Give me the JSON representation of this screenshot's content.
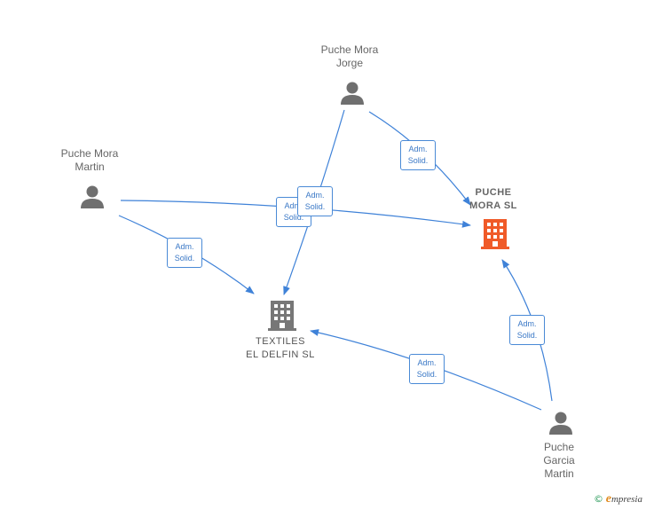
{
  "people": {
    "jorge": {
      "line1": "Puche Mora",
      "line2": "Jorge"
    },
    "martin": {
      "line1": "Puche Mora",
      "line2": "Martin"
    },
    "garcia": {
      "line1": "Puche",
      "line2": "Garcia",
      "line3": "Martin"
    }
  },
  "companies": {
    "puche_mora": {
      "line1": "PUCHE",
      "line2": "MORA SL",
      "color": "#f05a28"
    },
    "textiles": {
      "line1": "TEXTILES",
      "line2": "EL DELFIN SL",
      "color": "#777777"
    }
  },
  "edge_label": {
    "line1": "Adm.",
    "line2": "Solid."
  },
  "colors": {
    "edge": "#3f82d8",
    "person_icon": "#6f6f6f"
  },
  "footer": {
    "copyright": "©",
    "brand_initial": "e",
    "brand_rest": "mpresia"
  }
}
